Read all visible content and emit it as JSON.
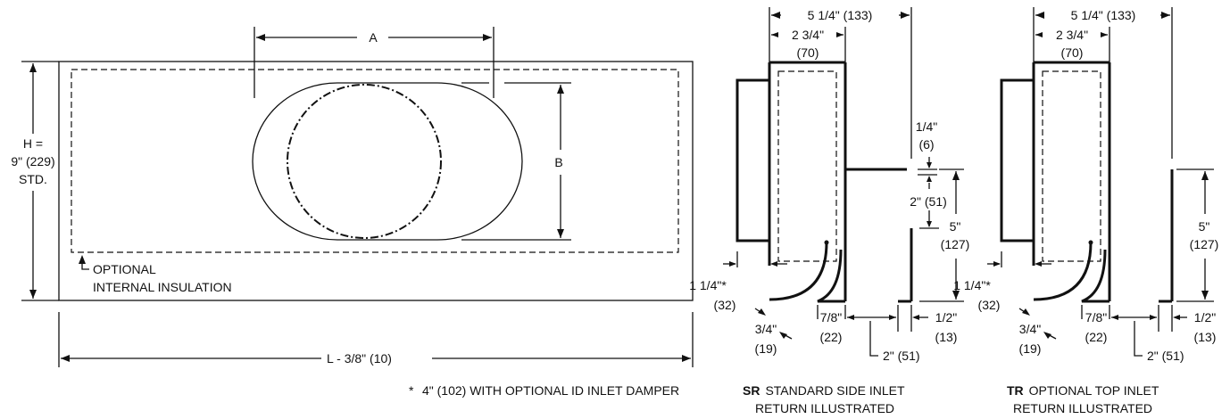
{
  "front_view": {
    "dim_a": "A",
    "dim_b": "B",
    "height_line1": "H =",
    "height_line2": "9\" (229)",
    "height_line3": "STD.",
    "insulation_line1": "OPTIONAL",
    "insulation_line2": "INTERNAL INSULATION",
    "length": "L -  3/8\" (10)"
  },
  "footnote": "4\" (102) WITH OPTIONAL ID INLET DAMPER",
  "sr_view": {
    "overall_width": "5 1/4\" (133)",
    "inner_width": "2 3/4\"",
    "inner_width_mm": "(70)",
    "gap": "1/4\"",
    "gap_mm": "(6)",
    "two_in": "2\" (51)",
    "five_in": "5\"",
    "five_in_mm": "(127)",
    "one_quarter": "1 1/4\"*",
    "one_quarter_mm": "(32)",
    "three_quarter": "3/4\"",
    "three_quarter_mm": "(19)",
    "seven_eighth": "7/8\"",
    "seven_eighth_mm": "(22)",
    "half_in": "1/2\"",
    "half_in_mm": "(13)",
    "bottom_two": "2\" (51)",
    "caption_code": "SR",
    "caption_line1": "STANDARD SIDE INLET",
    "caption_line2": "RETURN ILLUSTRATED"
  },
  "tr_view": {
    "overall_width": "5 1/4\" (133)",
    "inner_width": "2 3/4\"",
    "inner_width_mm": "(70)",
    "five_in": "5\"",
    "five_in_mm": "(127)",
    "one_quarter": "1 1/4\"*",
    "one_quarter_mm": "(32)",
    "three_quarter": "3/4\"",
    "three_quarter_mm": "(19)",
    "seven_eighth": "7/8\"",
    "seven_eighth_mm": "(22)",
    "half_in": "1/2\"",
    "half_in_mm": "(13)",
    "bottom_two": "2\" (51)",
    "caption_code": "TR",
    "caption_line1": "OPTIONAL TOP INLET",
    "caption_line2": "RETURN ILLUSTRATED"
  }
}
